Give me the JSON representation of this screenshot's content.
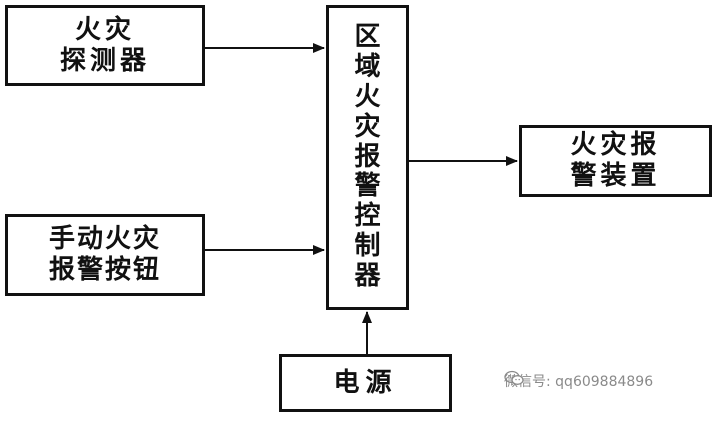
{
  "diagram": {
    "nodes": {
      "fire_detector": "火灾\n探测器",
      "manual_button": "手动火灾\n报警按钮",
      "controller": "区\n域\n火\n灾\n报\n警\n控\n制\n器",
      "alarm_device": "火灾报\n警装置",
      "power": "电源"
    },
    "edges": [
      {
        "from": "fire_detector",
        "to": "controller"
      },
      {
        "from": "manual_button",
        "to": "controller"
      },
      {
        "from": "controller",
        "to": "alarm_device"
      },
      {
        "from": "power",
        "to": "controller"
      }
    ]
  },
  "watermark": {
    "icon": "wechat-icon",
    "text": "微信号: qq609884896"
  },
  "colors": {
    "line": "#111111",
    "watermark": "#8a8a8a"
  }
}
